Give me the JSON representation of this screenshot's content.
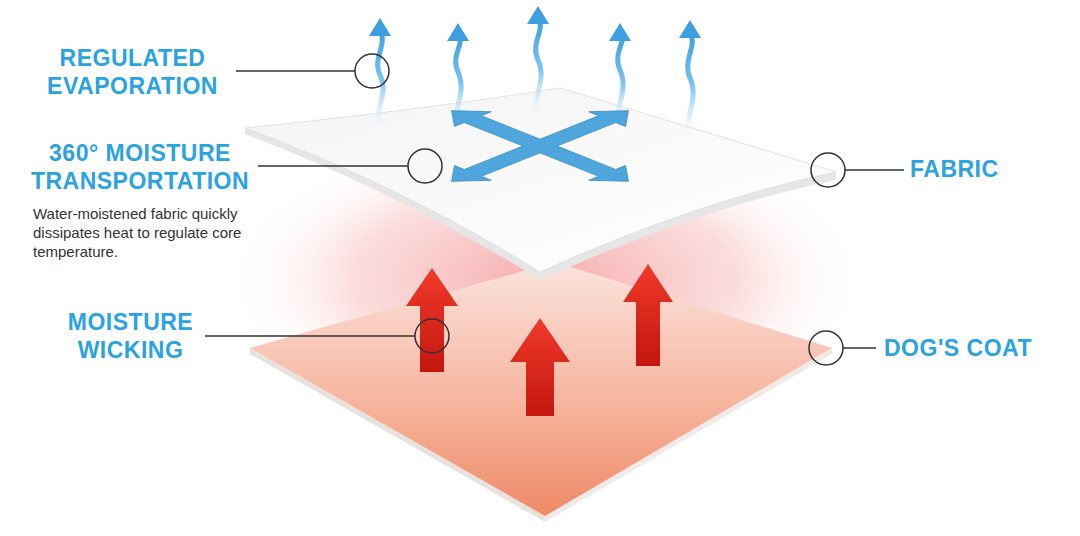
{
  "diagram": {
    "labels": [
      "REGULATED EVAPORATION",
      "360° MOISTURE TRANSPORTATION",
      "Water-moistened fabric quickly dissipates heat to regulate core temperature.",
      "MOISTURE WICKING",
      "FABRIC",
      "DOG'S COAT"
    ]
  }
}
